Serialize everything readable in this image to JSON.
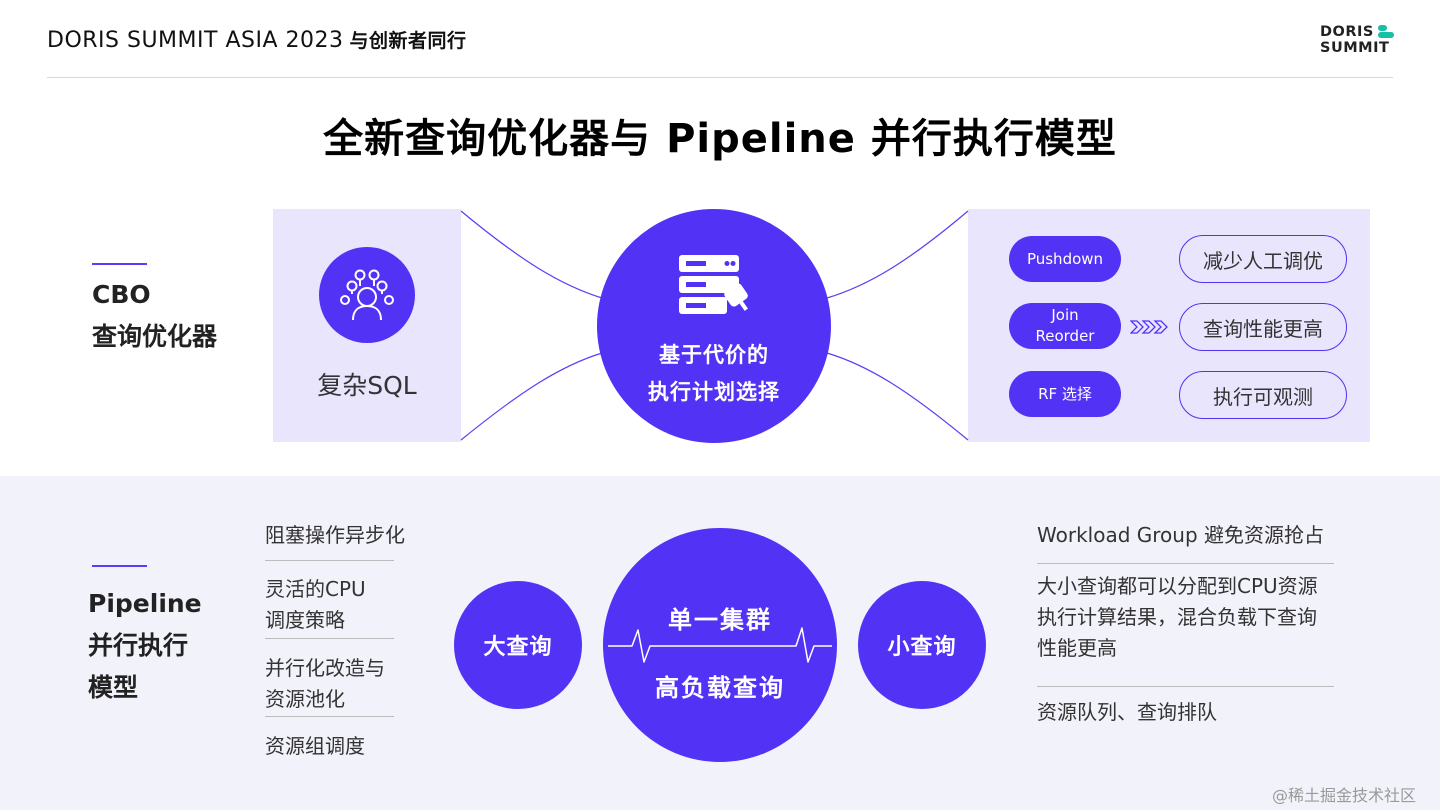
{
  "header": {
    "title": "DORIS SUMMIT ASIA 2023",
    "tagline": "与创新者同行",
    "logo_line1": "DORIS",
    "logo_line2": "SUMMIT"
  },
  "main_title": "全新查询优化器与 Pipeline 并行执行模型",
  "cbo": {
    "label_line1": "CBO",
    "label_line2": "查询优化器",
    "left_panel_text": "复杂SQL",
    "center_line1": "基于代价的",
    "center_line2": "执行计划选择",
    "techniques": [
      "Pushdown",
      "Join",
      "Reorder",
      "RF 选择"
    ],
    "benefits": [
      "减少人工调优",
      "查询性能更高",
      "执行可观测"
    ]
  },
  "pipeline": {
    "label_line1": "Pipeline",
    "label_line2": "并行执行",
    "label_line3": "模型",
    "features": {
      "item1": "阻塞操作异步化",
      "item2_line1": "灵活的CPU",
      "item2_line2": "调度策略",
      "item3_line1": "并行化改造与",
      "item3_line2": "资源池化",
      "item4": "资源组调度"
    },
    "big_query": "大查询",
    "center_line1": "单一集群",
    "center_line2": "高负载查询",
    "small_query": "小查询",
    "workload": {
      "heading": "Workload Group 避免资源抢占",
      "desc_line1": "大小查询都可以分配到CPU资源",
      "desc_line2": "执行计算结果，混合负载下查询",
      "desc_line3": "性能更高",
      "queue": "资源队列、查询排队"
    }
  },
  "watermark": "@稀土掘金技术社区",
  "colors": {
    "accent": "#5232f5",
    "panel": "#e8e5fc",
    "band": "#f2f2fa",
    "logo_teal": "#14c1a4"
  }
}
